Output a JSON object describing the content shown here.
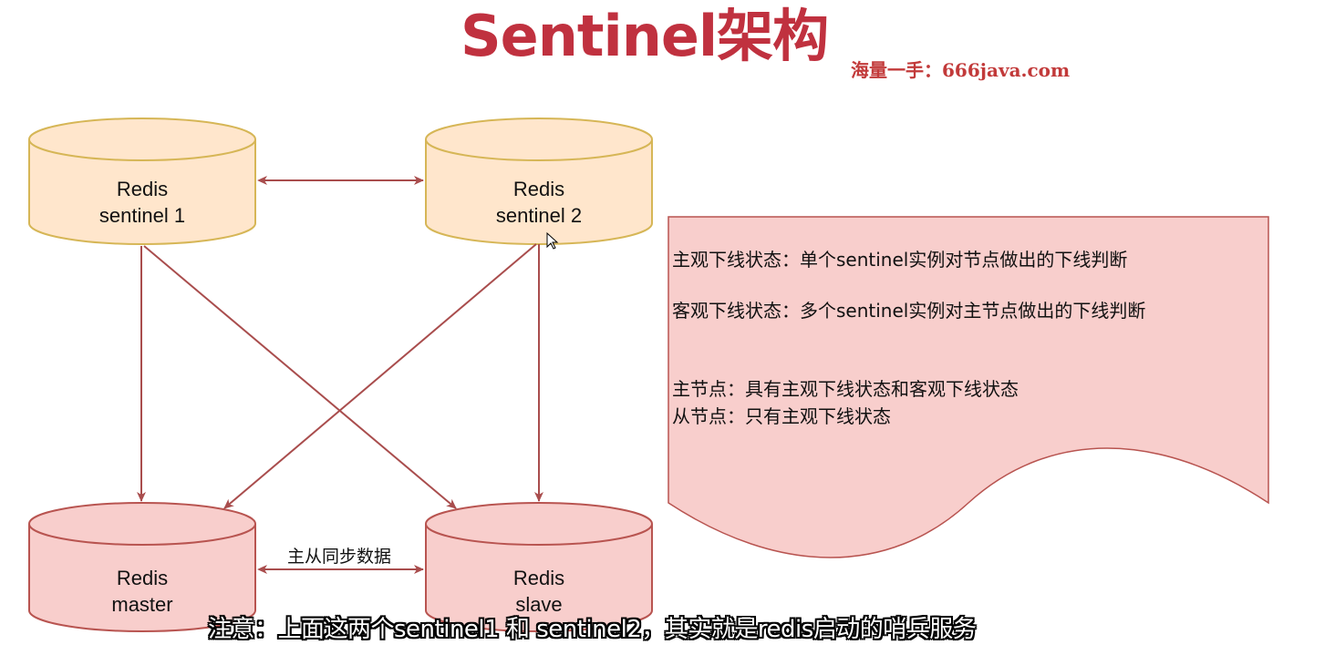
{
  "title": "Sentinel架构",
  "watermark": "海量一手：666java.com",
  "nodes": {
    "sentinel1": {
      "line1": "Redis",
      "line2": "sentinel 1"
    },
    "sentinel2": {
      "line1": "Redis",
      "line2": "sentinel 2"
    },
    "master": {
      "line1": "Redis",
      "line2": "master"
    },
    "slave": {
      "line1": "Redis",
      "line2": "slave"
    }
  },
  "edge_label_sync": "主从同步数据",
  "note": {
    "subjective": "主观下线状态：单个sentinel实例对节点做出的下线判断",
    "objective": "客观下线状态：多个sentinel实例对主节点做出的下线判断",
    "master_node": "主节点：具有主观下线状态和客观下线状态",
    "slave_node": "从节点：只有主观下线状态"
  },
  "subtitle": "注意：上面这两个sentinel1 和 sentinel2，其实就是redis启动的哨兵服务",
  "colors": {
    "title": "#c0313f",
    "sentinel_fill": "#ffe6cc",
    "sentinel_stroke": "#d6b656",
    "redis_fill": "#f8cecc",
    "redis_stroke": "#b85450",
    "arrow": "#a94d4d",
    "note_fill": "#f8cecc"
  }
}
